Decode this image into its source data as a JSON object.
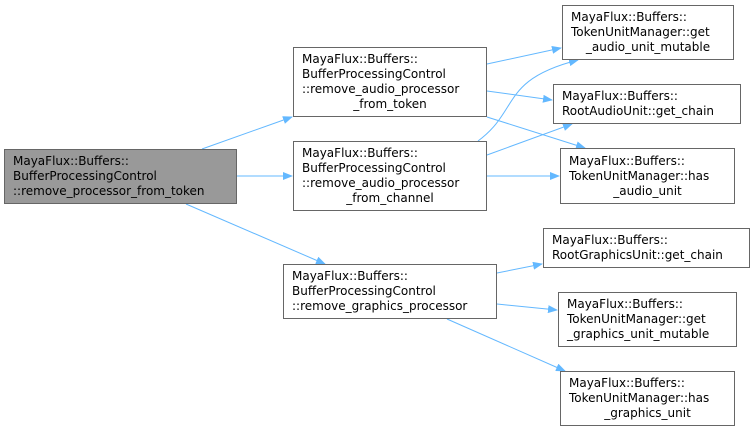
{
  "graph": {
    "edge_color": "#63b8ff",
    "node_border_color": "#666666",
    "root_fill_color": "#999999",
    "nodes": [
      {
        "id": "root",
        "lines": [
          "MayaFlux::Buffers::",
          "BufferProcessingControl",
          "::remove_processor_from_token"
        ],
        "highlighted": true
      },
      {
        "id": "rapft",
        "lines": [
          "MayaFlux::Buffers::",
          "BufferProcessingControl",
          "::remove_audio_processor",
          "_from_token"
        ]
      },
      {
        "id": "rapfc",
        "lines": [
          "MayaFlux::Buffers::",
          "BufferProcessingControl",
          "::remove_audio_processor",
          "_from_channel"
        ]
      },
      {
        "id": "rgp",
        "lines": [
          "MayaFlux::Buffers::",
          "BufferProcessingControl",
          "::remove_graphics_processor"
        ]
      },
      {
        "id": "gaum",
        "lines": [
          "MayaFlux::Buffers::",
          "TokenUnitManager::get",
          "_audio_unit_mutable"
        ]
      },
      {
        "id": "raugc",
        "lines": [
          "MayaFlux::Buffers::",
          "RootAudioUnit::get_chain"
        ]
      },
      {
        "id": "hau",
        "lines": [
          "MayaFlux::Buffers::",
          "TokenUnitManager::has",
          "_audio_unit"
        ]
      },
      {
        "id": "rgugc",
        "lines": [
          "MayaFlux::Buffers::",
          "RootGraphicsUnit::get_chain"
        ]
      },
      {
        "id": "ggum",
        "lines": [
          "MayaFlux::Buffers::",
          "TokenUnitManager::get",
          "_graphics_unit_mutable"
        ]
      },
      {
        "id": "hgu",
        "lines": [
          "MayaFlux::Buffers::",
          "TokenUnitManager::has",
          "_graphics_unit"
        ]
      }
    ],
    "edges": [
      {
        "from": "root",
        "to": "rapft"
      },
      {
        "from": "root",
        "to": "rapfc"
      },
      {
        "from": "root",
        "to": "rgp"
      },
      {
        "from": "rapft",
        "to": "gaum"
      },
      {
        "from": "rapft",
        "to": "raugc"
      },
      {
        "from": "rapft",
        "to": "hau"
      },
      {
        "from": "rapfc",
        "to": "gaum"
      },
      {
        "from": "rapfc",
        "to": "raugc"
      },
      {
        "from": "rapfc",
        "to": "hau"
      },
      {
        "from": "rgp",
        "to": "rgugc"
      },
      {
        "from": "rgp",
        "to": "ggum"
      },
      {
        "from": "rgp",
        "to": "hgu"
      }
    ]
  }
}
